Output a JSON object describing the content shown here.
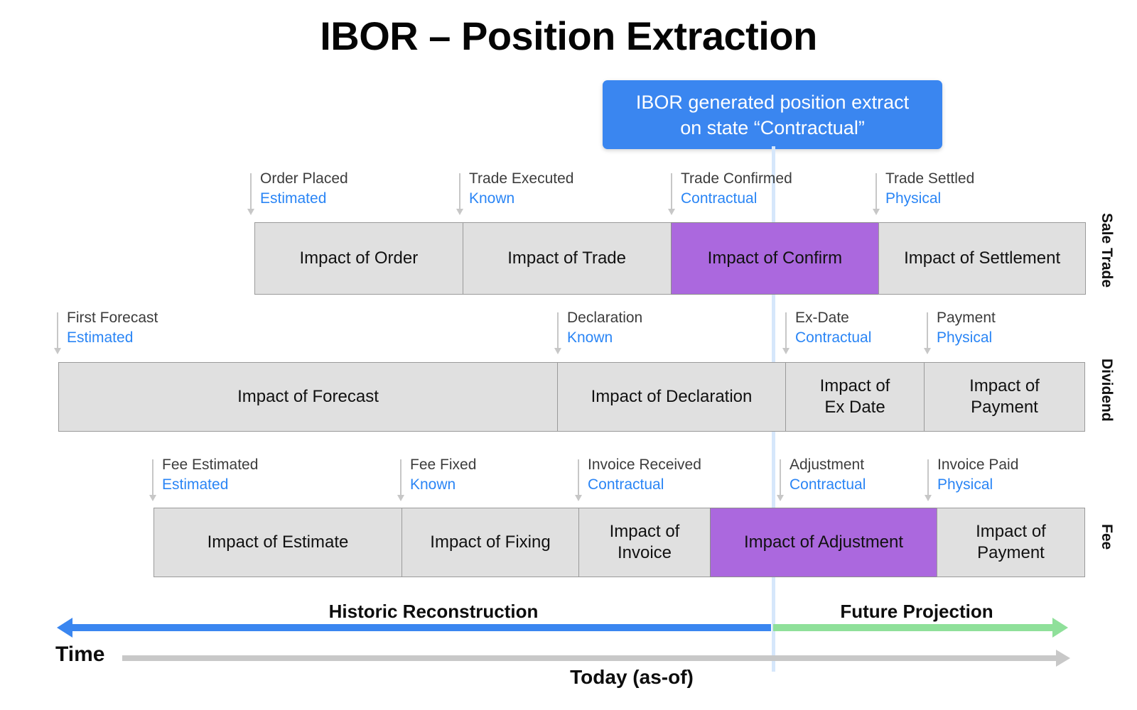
{
  "page": {
    "title": "IBOR – Position Extraction",
    "callout": "IBOR generated position extract on state “Contractual”",
    "callout_line1": "IBOR generated position extract",
    "callout_line2": "on state “Contractual”",
    "today_label": "Today (as-of)",
    "time_label": "Time",
    "historic_label": "Historic Reconstruction",
    "future_label": "Future Projection"
  },
  "colors": {
    "accent_blue": "#3a86f0",
    "state_blue": "#2a85f5",
    "highlight_purple": "#ab68de",
    "cell_grey": "#e0e0e0",
    "future_green": "#8fe09a",
    "today_line": "#d6e7fb",
    "axis_grey": "#c8c8c8"
  },
  "rows": [
    {
      "category": "Sale Trade",
      "markers": [
        {
          "name": "Order Placed",
          "state": "Estimated"
        },
        {
          "name": "Trade Executed",
          "state": "Known"
        },
        {
          "name": "Trade Confirmed",
          "state": "Contractual"
        },
        {
          "name": "Trade Settled",
          "state": "Physical"
        }
      ],
      "cells": [
        {
          "label": "Impact of Order",
          "highlight": false
        },
        {
          "label": "Impact of Trade",
          "highlight": false
        },
        {
          "label": "Impact of Confirm",
          "highlight": true
        },
        {
          "label": "Impact of Settlement",
          "highlight": false
        }
      ]
    },
    {
      "category": "Dividend",
      "markers": [
        {
          "name": "First Forecast",
          "state": "Estimated"
        },
        {
          "name": "Declaration",
          "state": "Known"
        },
        {
          "name": "Ex-Date",
          "state": "Contractual"
        },
        {
          "name": "Payment",
          "state": "Physical"
        }
      ],
      "cells": [
        {
          "label": "Impact of Forecast",
          "highlight": false
        },
        {
          "label": "Impact of Declaration",
          "highlight": false
        },
        {
          "label": "Impact of\nEx Date",
          "highlight": false
        },
        {
          "label": "Impact of\nPayment",
          "highlight": false
        }
      ]
    },
    {
      "category": "Fee",
      "markers": [
        {
          "name": "Fee Estimated",
          "state": "Estimated"
        },
        {
          "name": "Fee Fixed",
          "state": "Known"
        },
        {
          "name": "Invoice Received",
          "state": "Contractual"
        },
        {
          "name": "Adjustment",
          "state": "Contractual"
        },
        {
          "name": "Invoice Paid",
          "state": "Physical"
        }
      ],
      "cells": [
        {
          "label": "Impact of Estimate",
          "highlight": false
        },
        {
          "label": "Impact of Fixing",
          "highlight": false
        },
        {
          "label": "Impact of\nInvoice",
          "highlight": false
        },
        {
          "label": "Impact of Adjustment",
          "highlight": true
        },
        {
          "label": "Impact of\nPayment",
          "highlight": false
        }
      ]
    }
  ]
}
